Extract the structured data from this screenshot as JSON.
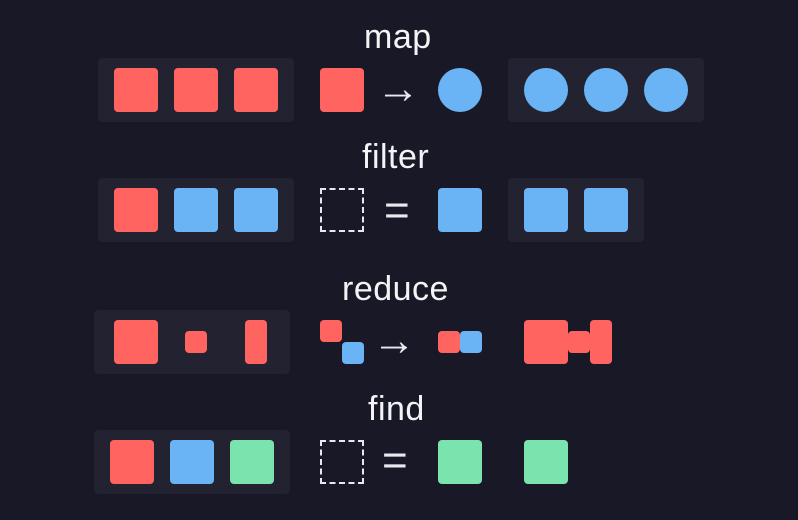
{
  "sections": {
    "map": {
      "title": "map"
    },
    "filter": {
      "title": "filter"
    },
    "reduce": {
      "title": "reduce"
    },
    "find": {
      "title": "find"
    }
  },
  "symbols": {
    "arrow": "→",
    "equals": "="
  },
  "colors": {
    "background": "#181826",
    "panel": "#222230",
    "red": "#ff6461",
    "blue": "#6ab3f4",
    "green": "#7be3ad",
    "text": "#f4f4f6"
  }
}
